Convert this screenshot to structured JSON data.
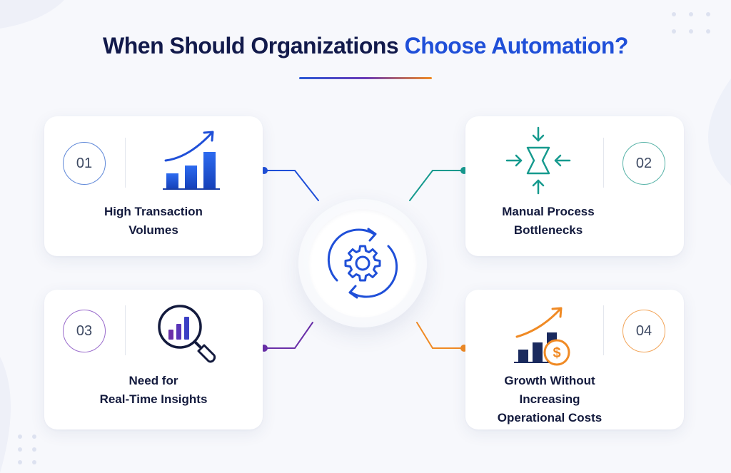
{
  "title": {
    "part1": "When Should Organizations ",
    "part2": "Choose Automation?"
  },
  "colors": {
    "navy": "#121a4b",
    "blue": "#1f4fd8",
    "teal": "#169a8e",
    "purple": "#6a2fa8",
    "orange": "#f08a24"
  },
  "hub": {
    "icon": "gear-cycle-icon"
  },
  "cards": [
    {
      "number": "01",
      "label_line1": "High Transaction",
      "label_line2": "Volumes",
      "icon": "rising-bar-chart-icon",
      "accent": "#1f4fd8"
    },
    {
      "number": "02",
      "label_line1": "Manual Process",
      "label_line2": "Bottlenecks",
      "icon": "compress-hourglass-icon",
      "accent": "#169a8e"
    },
    {
      "number": "03",
      "label_line1": "Need for",
      "label_line2": "Real-Time Insights",
      "icon": "magnifier-chart-icon",
      "accent": "#6a2fa8"
    },
    {
      "number": "04",
      "label_line1": "Growth Without",
      "label_line2": "Increasing",
      "label_line3": "Operational Costs",
      "icon": "growth-cost-icon",
      "accent": "#f08a24"
    }
  ]
}
